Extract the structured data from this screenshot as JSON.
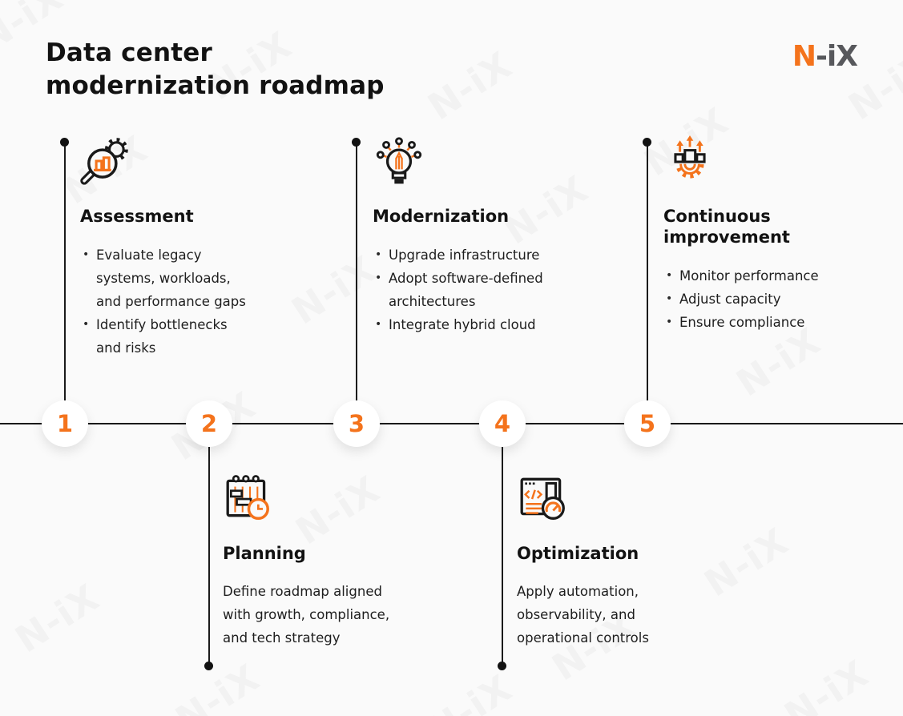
{
  "header": {
    "title_lines": [
      "Data center",
      "modernization roadmap"
    ],
    "logo": {
      "part_orange": "N",
      "part_gray": "-iX"
    }
  },
  "watermark_text": "N-iX",
  "colors": {
    "accent_orange": "#f4731c",
    "logo_gray": "#57585c",
    "line_black": "#1a1a1a",
    "background": "#fafafa",
    "circle_fill": "#ffffff"
  },
  "steps": [
    {
      "number": "1",
      "title": "Assessment",
      "icon": "magnifier-bar-chart-gear-icon",
      "position": "above-line",
      "bullets": [
        "Evaluate legacy systems, workloads, and performance gaps",
        "Identify bottlenecks and risks"
      ]
    },
    {
      "number": "2",
      "title": "Planning",
      "icon": "gantt-calendar-clock-icon",
      "position": "below-line",
      "paragraph": "Define roadmap aligned with growth, compliance, and tech strategy"
    },
    {
      "number": "3",
      "title": "Modernization",
      "icon": "lightbulb-idea-icon",
      "position": "above-line",
      "bullets": [
        "Upgrade infrastructure",
        "Adopt software-defined architectures",
        "Integrate hybrid cloud"
      ]
    },
    {
      "number": "4",
      "title": "Optimization",
      "icon": "browser-code-gauge-icon",
      "position": "below-line",
      "paragraph": "Apply automation, observability, and operational controls"
    },
    {
      "number": "5",
      "title": "Continuous improvement",
      "icon": "gear-squares-arrows-icon",
      "position": "above-line",
      "bullets": [
        "Monitor performance",
        "Adjust capacity",
        "Ensure compliance"
      ]
    }
  ]
}
